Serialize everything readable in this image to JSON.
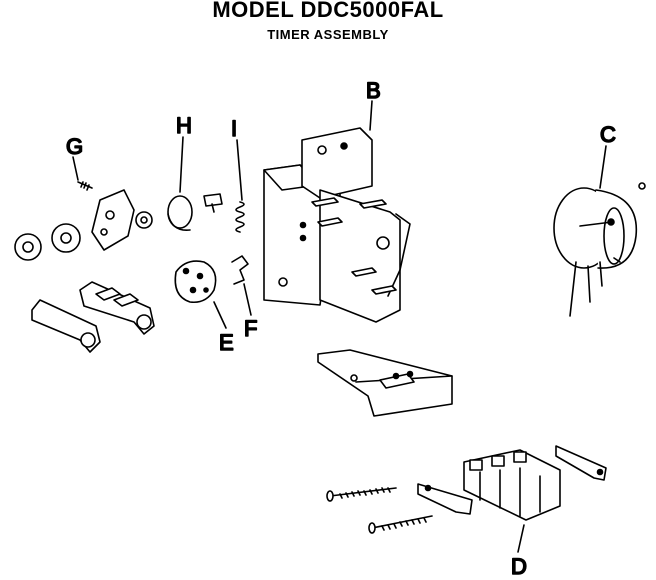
{
  "header": {
    "model_title": "MODEL DDC5000FAL",
    "subtitle": "TIMER ASSEMBLY"
  },
  "callouts": {
    "A": "B",
    "C": "C",
    "D": "D",
    "E": "E",
    "F": "F",
    "G": "G",
    "H": "H",
    "I": "I"
  },
  "colors": {
    "ink": "#000000",
    "paper": "#ffffff"
  }
}
